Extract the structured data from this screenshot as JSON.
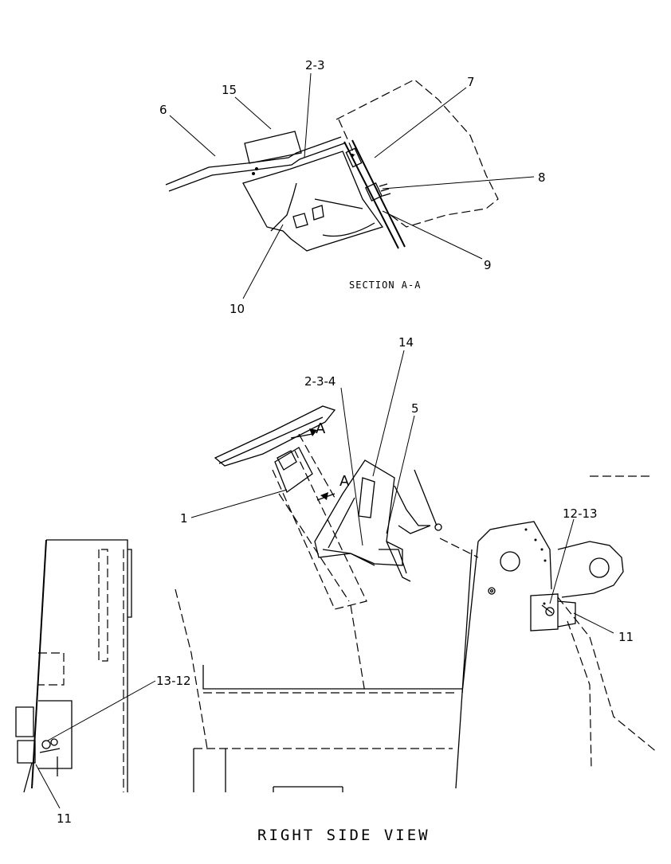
{
  "diagram": {
    "section_label": "SECTION A-A",
    "view_label": "RIGHT SIDE VIEW",
    "callouts": {
      "c15": "15",
      "c2_3": "2-3",
      "c6": "6",
      "c7": "7",
      "c8": "8",
      "c9": "9",
      "c10": "10",
      "c14": "14",
      "c2_3_4": "2-3-4",
      "c5": "5",
      "cA1": "A",
      "cA2": "A",
      "c1": "1",
      "c12_13": "12-13",
      "c11_right": "11",
      "c13_12": "13-12",
      "c11_left": "11"
    }
  }
}
